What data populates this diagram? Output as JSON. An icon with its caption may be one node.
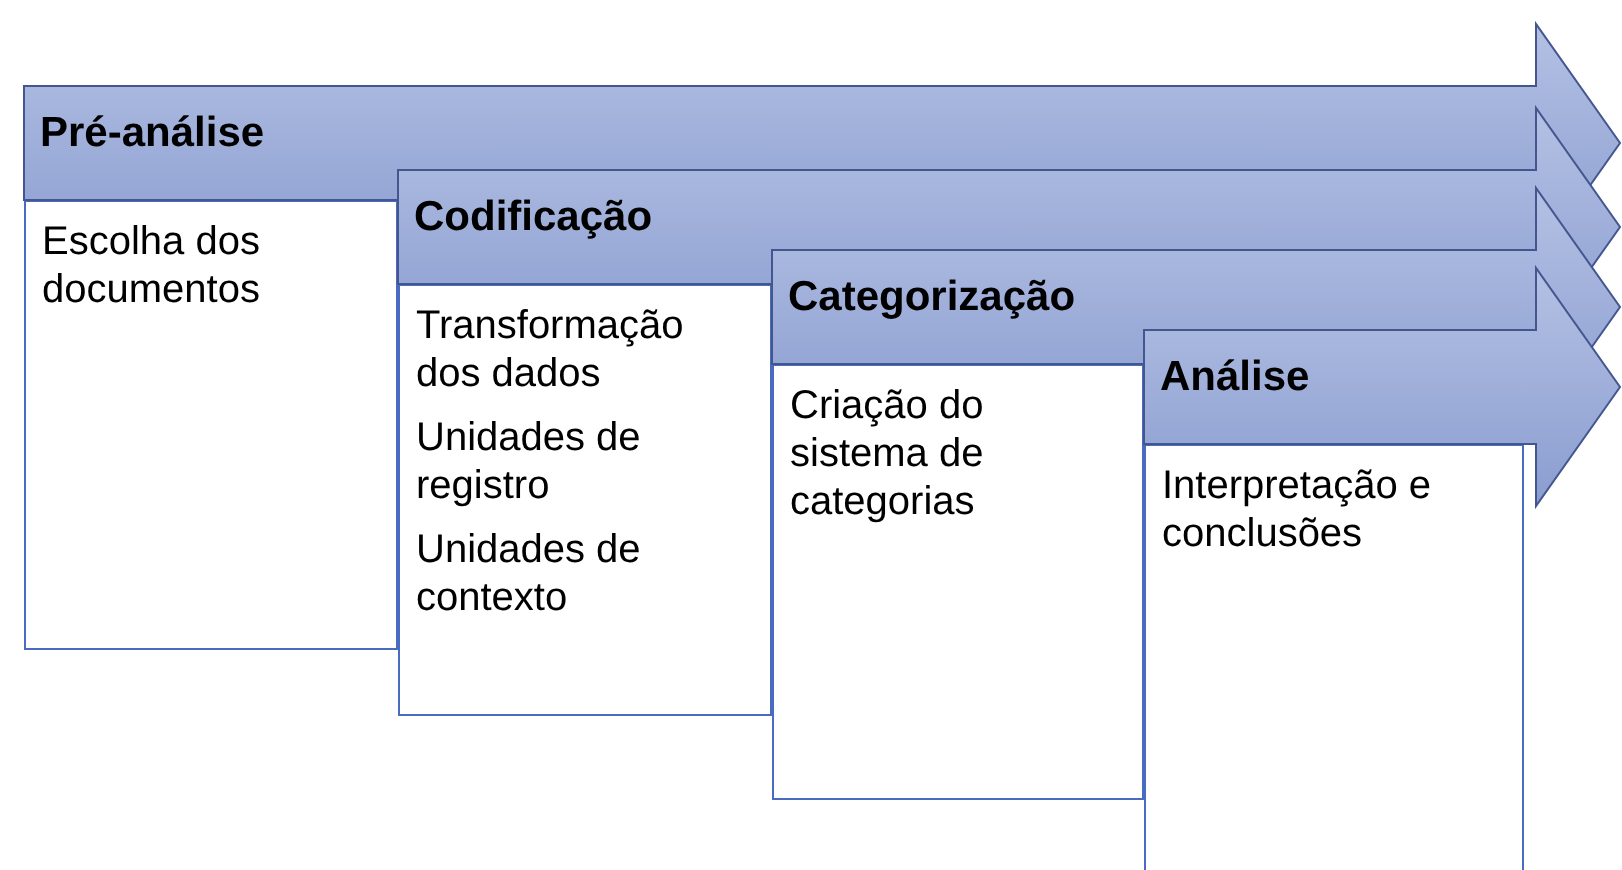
{
  "diagram": {
    "nodes": [
      {
        "text": [
          "Pré-análise"
        ]
      },
      {
        "text": [
          "Escolha dos documentos"
        ]
      },
      {
        "text": [
          "Codificação"
        ]
      },
      {
        "text": [
          "Transformação dos dados",
          "Unidades de registro",
          "Unidades de contexto"
        ]
      },
      {
        "text": [
          "Categorização"
        ]
      },
      {
        "text": [
          "Criação do sistema de categorias"
        ]
      },
      {
        "text": [
          "Análise"
        ]
      },
      {
        "text": [
          "Interpretação e conclusões"
        ]
      }
    ]
  }
}
